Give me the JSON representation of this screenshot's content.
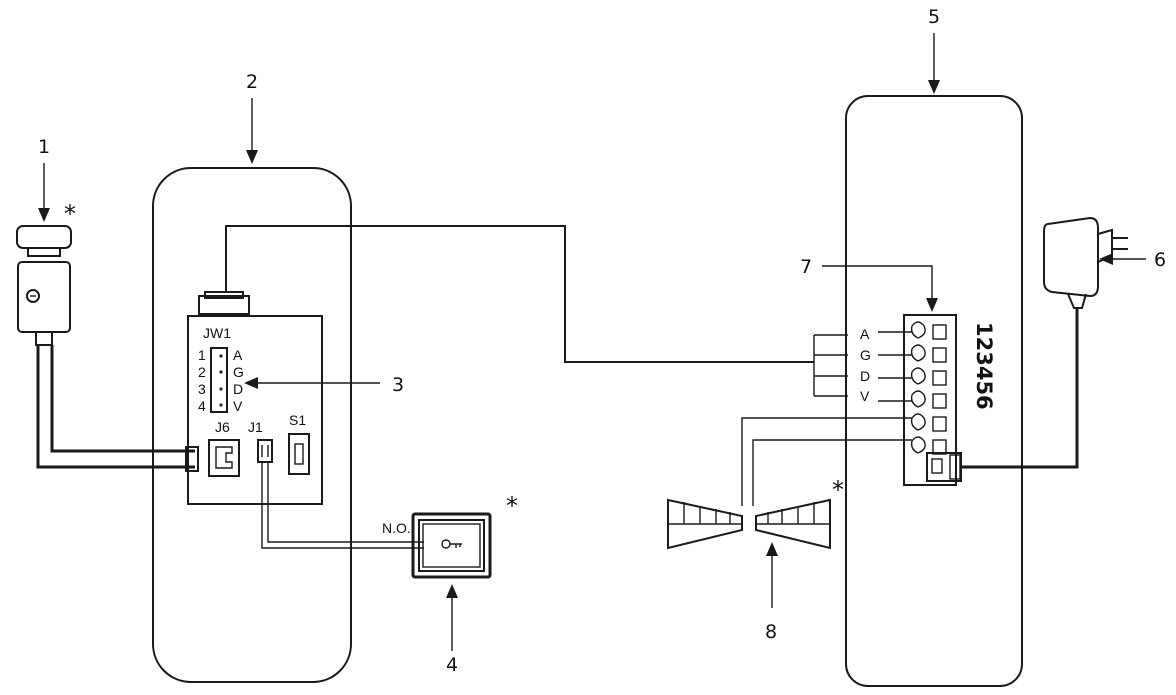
{
  "callouts": {
    "c1": "1",
    "c2": "2",
    "c3": "3",
    "c4": "4",
    "c5": "5",
    "c6": "6",
    "c7": "7",
    "c8": "8"
  },
  "optional_mark": "*",
  "outdoor_board": {
    "header": "JW1",
    "pin_numbers": [
      "1",
      "2",
      "3",
      "4"
    ],
    "pin_letters": [
      "A",
      "G",
      "D",
      "V"
    ],
    "j6_label": "J6",
    "j1_label": "J1",
    "s1_label": "S1"
  },
  "exit_button": {
    "contact_label": "N.O."
  },
  "indoor_terminal": {
    "labels": [
      "A",
      "G",
      "D",
      "V"
    ],
    "digits": "123456"
  },
  "icons": [
    "camera-icon",
    "key-icon",
    "power-adapter-icon",
    "gate-motor-icon"
  ]
}
